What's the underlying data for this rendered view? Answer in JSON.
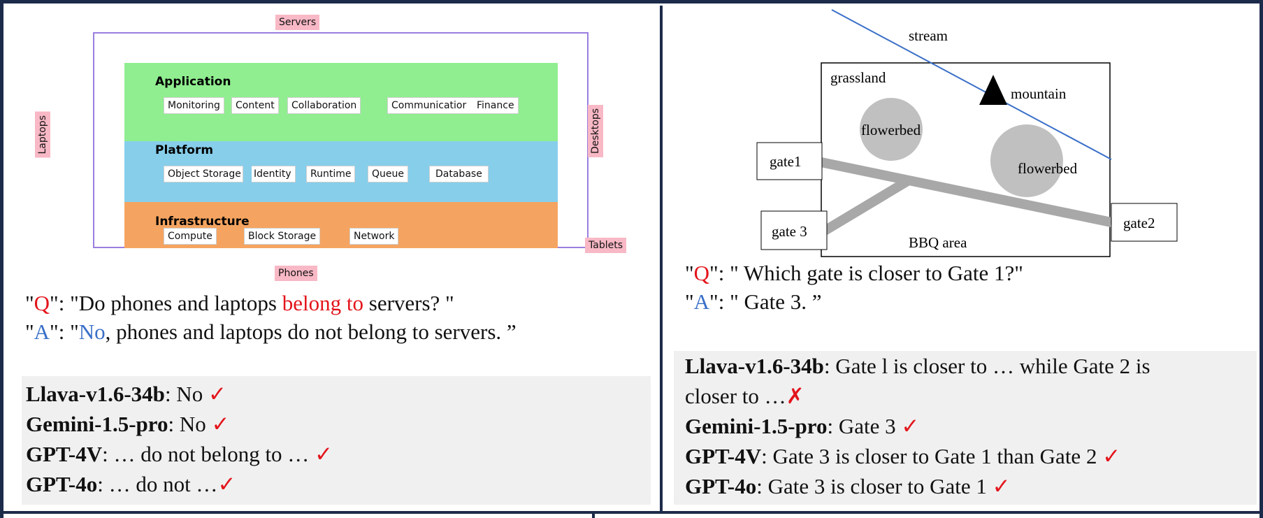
{
  "left_panel": {
    "diagram": {
      "edge_labels": {
        "top": "Servers",
        "left": "Laptops",
        "right": "Desktops",
        "bottom_right": "Tablets",
        "bottom": "Phones"
      },
      "layers": [
        {
          "title": "Application",
          "items": [
            "Monitoring",
            "Content",
            "Collaboration",
            "Communicatior",
            "Finance"
          ]
        },
        {
          "title": "Platform",
          "items": [
            "Object Storage",
            "Identity",
            "Runtime",
            "Queue",
            "Database"
          ]
        },
        {
          "title": "Infrastructure",
          "items": [
            "Compute",
            "Block Storage",
            "Network"
          ]
        }
      ]
    },
    "question": {
      "open": "\"",
      "q": "Q",
      "mid": "\": \"Do phones and laptops ",
      "highlight": "belong to",
      "end": " servers? \""
    },
    "answer": {
      "open": "\"",
      "a": "A",
      "mid": "\": \"",
      "highlight": "No",
      "end": ", phones and laptops do not belong to servers. ”"
    },
    "model_answers": [
      {
        "model": "Llava-v1.6-34b",
        "text": ": No ",
        "mark": "✓"
      },
      {
        "model": "Gemini-1.5-pro",
        "text": ": No ",
        "mark": "✓"
      },
      {
        "model": "GPT-4V",
        "text": ": … do not belong to …  ",
        "mark": "✓"
      },
      {
        "model": "GPT-4o",
        "text": ":  … do not …",
        "mark": "✓"
      }
    ]
  },
  "right_panel": {
    "map": {
      "stream": "stream",
      "grassland": "grassland",
      "mountain": "mountain",
      "flowerbed_1": "flowerbed",
      "flowerbed_2": "flowerbed",
      "gate1": "gate1",
      "gate2": "gate2",
      "gate3": "gate 3",
      "bbq": "BBQ area"
    },
    "question": {
      "open": "\"",
      "q": "Q",
      "end": "\": \" Which gate is closer to Gate 1?\""
    },
    "answer": {
      "open": "\"",
      "a": "A",
      "end": "\": \" Gate 3. ”"
    },
    "model_answers": [
      {
        "model": "Llava-v1.6-34b",
        "text": ": Gate l is closer to … while Gate 2 is",
        "text2": "closer to …",
        "mark": "✗"
      },
      {
        "model": "Gemini-1.5-pro",
        "text": ": Gate 3 ",
        "mark": "✓"
      },
      {
        "model": "GPT-4V",
        "text": ": Gate 3 is closer to Gate 1 than Gate 2 ",
        "mark": "✓"
      },
      {
        "model": "GPT-4o",
        "text": ": Gate 3 is closer to Gate 1 ",
        "mark": "✓"
      }
    ]
  },
  "colors": {
    "border": "#1d2b4a",
    "red": "#e3141b",
    "blue": "#3a6fc8",
    "app": "#90ee90",
    "platform": "#87ceeb",
    "infra": "#f4a460",
    "label_bg": "#f8b8c5"
  }
}
